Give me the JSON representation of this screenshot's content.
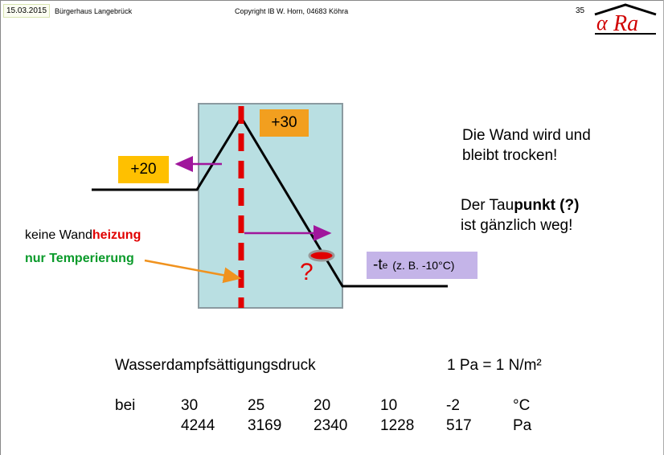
{
  "header": {
    "date": "15.03.2015",
    "venue": "Bürgerhaus Langebrück",
    "copyright": "Copyright IB W. Horn, 04683 Köhra",
    "page_number": "35",
    "logo_text": "αRa"
  },
  "diagram": {
    "temp_inside": "+20",
    "temp_peak": "+30",
    "temp_outside_prefix": "-t",
    "temp_outside_sub": "e",
    "temp_outside_note": "(z. B. -10°C)",
    "question_mark": "?",
    "colors": {
      "wall_fill": "#b9dfe2",
      "orange_box": "#f29f1f",
      "yellow_box": "#ffc000",
      "lilac_box": "#c4b4e8",
      "dash_red": "#e10000",
      "arrow_purple": "#a0169c",
      "arrow_orange": "#f0921e"
    }
  },
  "notes": {
    "dry_line1": "Die Wand  wird und",
    "dry_line2": "bleibt trocken!",
    "dew_line1_pre": "Der Tau",
    "dew_line1_bold": "punkt (?)",
    "dew_line2": "ist gänzlich weg!",
    "heating_pre": "keine Wand",
    "heating_red": "heizung",
    "tempering": "nur Temperierung"
  },
  "table": {
    "title": "Wasserdampfsättigungsdruck",
    "unit_note": "1 Pa = 1 N/m²",
    "row_label": "bei",
    "temperatures": [
      "30",
      "25",
      "20",
      "10",
      "-2"
    ],
    "pressures": [
      "4244",
      "3169",
      "2340",
      "1228",
      "517"
    ],
    "temp_unit": "°C",
    "pressure_unit": "Pa"
  }
}
